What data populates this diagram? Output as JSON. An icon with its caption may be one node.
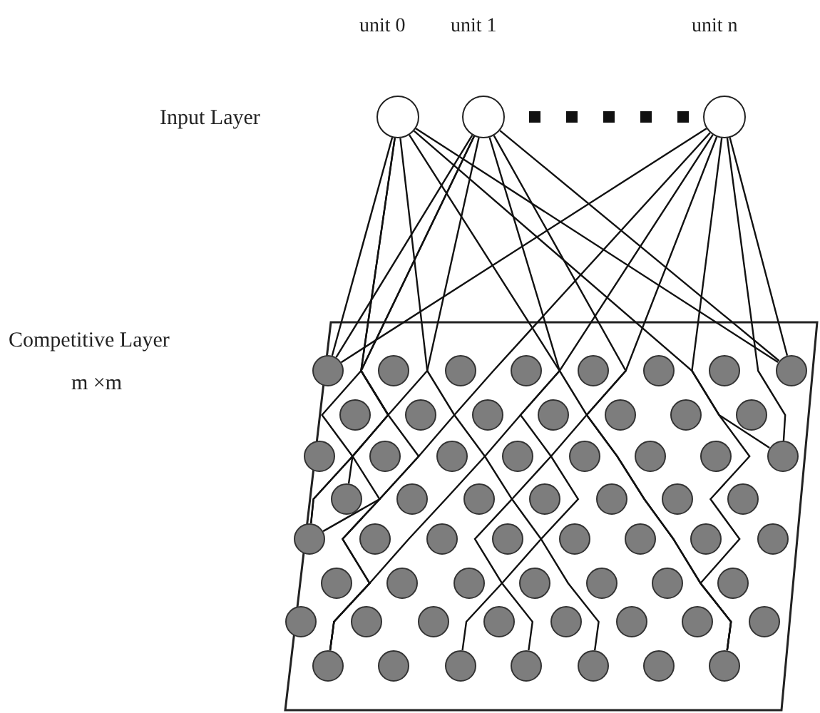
{
  "diagram": {
    "nodes": [
      {
        "text": [
          "unit 0"
        ]
      },
      {
        "text": [
          "unit 1"
        ]
      },
      {
        "text": [
          "unit n"
        ]
      },
      {
        "text": [],
        "shape": "box",
        "beside": [
          "Competitive Layer",
          "m ×m"
        ]
      },
      {
        "text": [],
        "shape": "circle",
        "in": 3
      },
      {
        "text": [],
        "shape": "circle",
        "in": 3
      },
      {
        "text": [],
        "shape": "circle",
        "in": 3
      },
      {
        "text": [],
        "shape": "circle",
        "in": 3
      },
      {
        "text": [],
        "shape": "circle",
        "in": 3
      },
      {
        "text": [],
        "shape": "circle",
        "in": 3
      },
      {
        "text": [],
        "shape": "circle",
        "in": 3
      },
      {
        "text": [],
        "shape": "circle",
        "in": 3
      },
      {
        "text": [],
        "shape": "circle",
        "in": 3
      },
      {
        "text": [],
        "shape": "circle",
        "in": 3
      },
      {
        "text": [],
        "shape": "circle",
        "in": 3
      },
      {
        "text": [],
        "shape": "circle",
        "in": 3
      },
      {
        "text": [],
        "shape": "circle",
        "in": 3
      },
      {
        "text": [],
        "shape": "circle",
        "in": 3
      },
      {
        "text": [],
        "shape": "circle",
        "in": 3
      },
      {
        "text": [],
        "shape": "circle",
        "in": 3
      },
      {
        "text": [],
        "shape": "circle",
        "in": 3
      },
      {
        "text": [],
        "shape": "circle",
        "in": 3
      },
      {
        "text": [],
        "shape": "circle",
        "in": 3
      },
      {
        "text": [],
        "shape": "circle",
        "in": 3
      },
      {
        "text": [],
        "shape": "circle",
        "in": 3
      },
      {
        "text": [],
        "shape": "circle",
        "in": 3
      },
      {
        "text": [],
        "shape": "circle",
        "in": 3
      },
      {
        "text": [],
        "shape": "circle",
        "in": 3
      },
      {
        "text": [],
        "shape": "circle",
        "in": 3
      },
      {
        "text": [],
        "shape": "circle",
        "in": 3
      },
      {
        "text": [],
        "shape": "circle",
        "in": 3
      },
      {
        "text": [],
        "shape": "circle",
        "in": 3
      },
      {
        "text": [],
        "shape": "circle",
        "in": 3
      },
      {
        "text": [],
        "shape": "circle",
        "in": 3
      },
      {
        "text": [],
        "shape": "circle",
        "in": 3
      },
      {
        "text": [],
        "shape": "circle",
        "in": 3
      },
      {
        "text": [],
        "shape": "circle",
        "in": 3
      },
      {
        "text": [],
        "shape": "circle",
        "in": 3
      },
      {
        "text": [],
        "shape": "circle",
        "in": 3
      },
      {
        "text": [],
        "shape": "circle",
        "in": 3
      },
      {
        "text": [],
        "shape": "circle",
        "in": 3
      },
      {
        "text": [],
        "shape": "circle",
        "in": 3
      },
      {
        "text": [],
        "shape": "circle",
        "in": 3
      },
      {
        "text": [],
        "shape": "circle",
        "in": 3
      },
      {
        "text": [],
        "shape": "circle",
        "in": 3
      },
      {
        "text": [],
        "shape": "circle",
        "in": 3
      },
      {
        "text": [],
        "shape": "circle",
        "in": 3
      },
      {
        "text": [],
        "shape": "circle",
        "in": 3
      },
      {
        "text": [],
        "shape": "circle",
        "in": 3
      },
      {
        "text": [],
        "shape": "circle",
        "in": 3
      },
      {
        "text": [],
        "shape": "circle",
        "in": 3
      },
      {
        "text": [],
        "shape": "circle",
        "in": 3
      },
      {
        "text": [],
        "shape": "circle",
        "in": 3
      },
      {
        "text": [],
        "shape": "circle",
        "in": 3
      },
      {
        "text": [],
        "shape": "circle",
        "in": 3
      },
      {
        "text": [],
        "shape": "circle",
        "in": 3
      },
      {
        "text": [],
        "shape": "circle",
        "in": 3
      },
      {
        "text": [],
        "shape": "circle",
        "in": 3
      },
      {
        "text": [],
        "shape": "circle",
        "in": 3
      },
      {
        "text": [],
        "shape": "circle",
        "in": 3
      },
      {
        "text": [],
        "shape": "circle",
        "in": 3
      },
      {
        "text": [],
        "shape": "circle",
        "in": 3
      },
      {
        "text": [],
        "shape": "circle",
        "in": 3
      },
      {
        "text": [],
        "shape": "circle",
        "in": 3
      }
    ],
    "edges": [
      {
        "from": 0,
        "to": 4,
        "arrow": "none"
      },
      {
        "from": 0,
        "to": 34,
        "arrow": "none"
      },
      {
        "from": 0,
        "to": 57,
        "arrow": "none"
      },
      {
        "from": 0,
        "to": 60,
        "arrow": "none"
      },
      {
        "from": 0,
        "to": 63,
        "arrow": "none"
      },
      {
        "from": 0,
        "to": 26,
        "arrow": "none"
      },
      {
        "from": 0,
        "to": 11,
        "arrow": "none"
      },
      {
        "from": 1,
        "to": 4,
        "arrow": "none"
      },
      {
        "from": 1,
        "to": 34,
        "arrow": "none"
      },
      {
        "from": 1,
        "to": 57,
        "arrow": "none"
      },
      {
        "from": 1,
        "to": 27,
        "arrow": "none"
      },
      {
        "from": 1,
        "to": 61,
        "arrow": "none"
      },
      {
        "from": 1,
        "to": 63,
        "arrow": "none"
      },
      {
        "from": 1,
        "to": 11,
        "arrow": "none"
      },
      {
        "from": 2,
        "to": 4,
        "arrow": "none"
      },
      {
        "from": 2,
        "to": 34,
        "arrow": "none"
      },
      {
        "from": 2,
        "to": 57,
        "arrow": "none"
      },
      {
        "from": 2,
        "to": 59,
        "arrow": "none"
      },
      {
        "from": 2,
        "to": 63,
        "arrow": "none"
      },
      {
        "from": 2,
        "to": 26,
        "arrow": "none"
      },
      {
        "from": 2,
        "to": 11,
        "arrow": "none"
      }
    ],
    "labels": [
      "Input Layer"
    ]
  }
}
